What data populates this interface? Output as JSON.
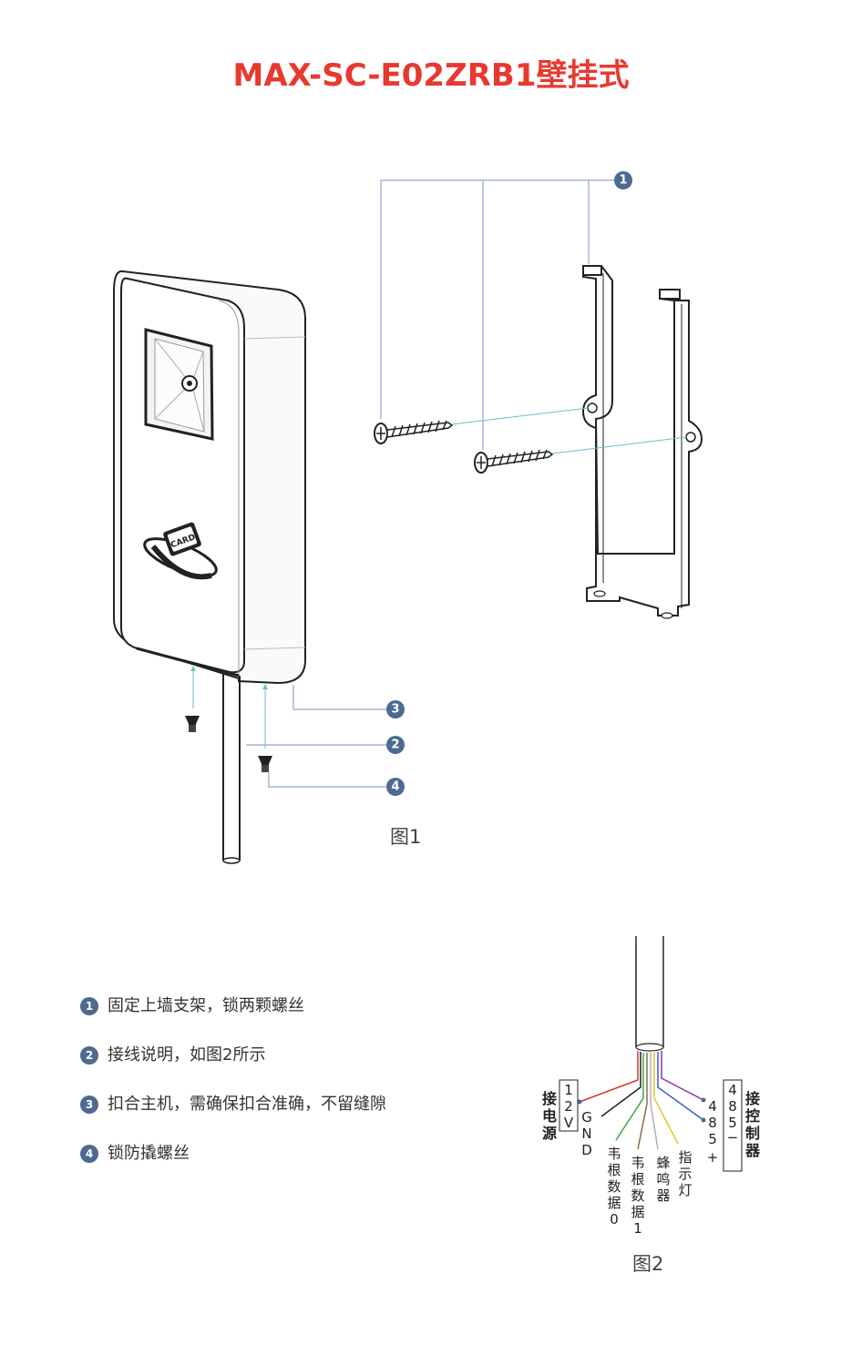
{
  "title": "MAX-SC-E02ZRB1壁挂式",
  "figure1": {
    "label": "图1",
    "callouts": [
      "1",
      "2",
      "3",
      "4"
    ],
    "card_logo_text": "CARD"
  },
  "legend": [
    {
      "num": "1",
      "text": "固定上墙支架，锁两颗螺丝"
    },
    {
      "num": "2",
      "text": "接线说明，如图2所示"
    },
    {
      "num": "3",
      "text": "扣合主机，需确保扣合准确，不留缝隙"
    },
    {
      "num": "4",
      "text": "锁防撬螺丝"
    }
  ],
  "figure2": {
    "label": "图2",
    "power_group": "接电源",
    "power_pins": [
      "12V",
      "GND"
    ],
    "controller_group": "接控制器",
    "controller_pins": [
      "485-",
      "485+"
    ],
    "wires": [
      {
        "name": "12V",
        "color": "#d9342b"
      },
      {
        "name": "GND",
        "color": "#222222"
      },
      {
        "name": "韦根数据0",
        "color": "#3aa64a"
      },
      {
        "name": "韦根数据1",
        "color": "#8a6a4a"
      },
      {
        "name": "蜂鸣器",
        "color": "#b0b0b0"
      },
      {
        "name": "指示灯",
        "color": "#e6c42a"
      },
      {
        "name": "485+",
        "color": "#3a5fc8"
      },
      {
        "name": "485-",
        "color": "#8a3aa6"
      }
    ],
    "wire_labels": [
      "韦根数据0",
      "韦根数据1",
      "蜂鸣器",
      "指示灯"
    ]
  },
  "colors": {
    "title": "#e8392f",
    "badge": "#4c6a92",
    "leader": "#8fa6c6",
    "arrow": "#66c2c8"
  }
}
